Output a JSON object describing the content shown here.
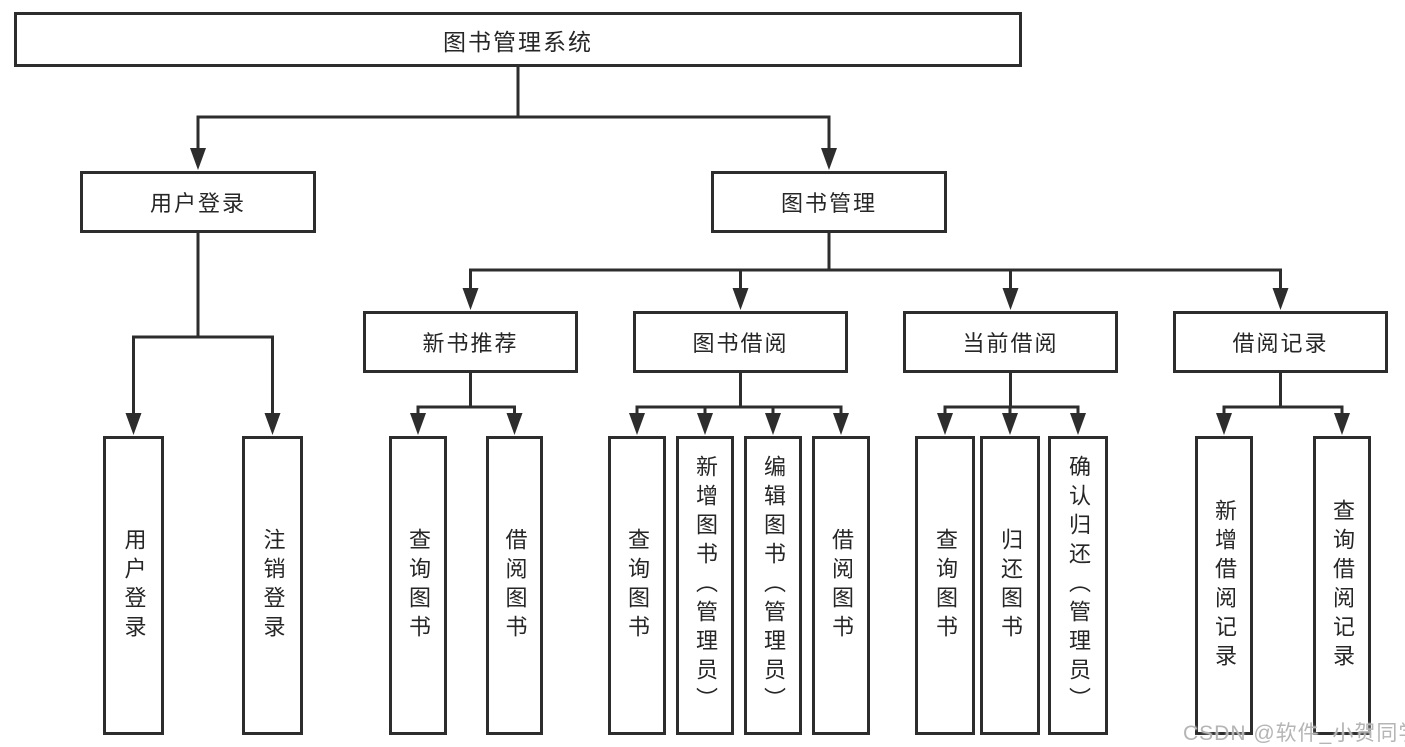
{
  "colors": {
    "line": "#2d2d2d",
    "box_border": "#2d2d2d",
    "text": "#262626",
    "watermark": "#b5b5b5",
    "background": "#ffffff"
  },
  "nodes": {
    "root": "图书管理系统",
    "user_login": "用户登录",
    "book_management": "图书管理",
    "login": "用户登录",
    "logout": "注销登录",
    "new_book_recommend": "新书推荐",
    "book_borrow": "图书借阅",
    "current_borrow": "当前借阅",
    "borrow_records": "借阅记录",
    "nbr_query_books": "查询图书",
    "nbr_borrow_books": "借阅图书",
    "bb_query_books": "查询图书",
    "bb_add_books": "新增图书（管理员）",
    "bb_edit_books": "编辑图书（管理员）",
    "bb_borrow_books": "借阅图书",
    "cb_query_books": "查询图书",
    "cb_return_books": "归还图书",
    "cb_confirm_return": "确认归还（管理员）",
    "br_add_record": "新增借阅记录",
    "br_query_record": "查询借阅记录"
  },
  "watermark": "CSDN @软件_小贺同学"
}
